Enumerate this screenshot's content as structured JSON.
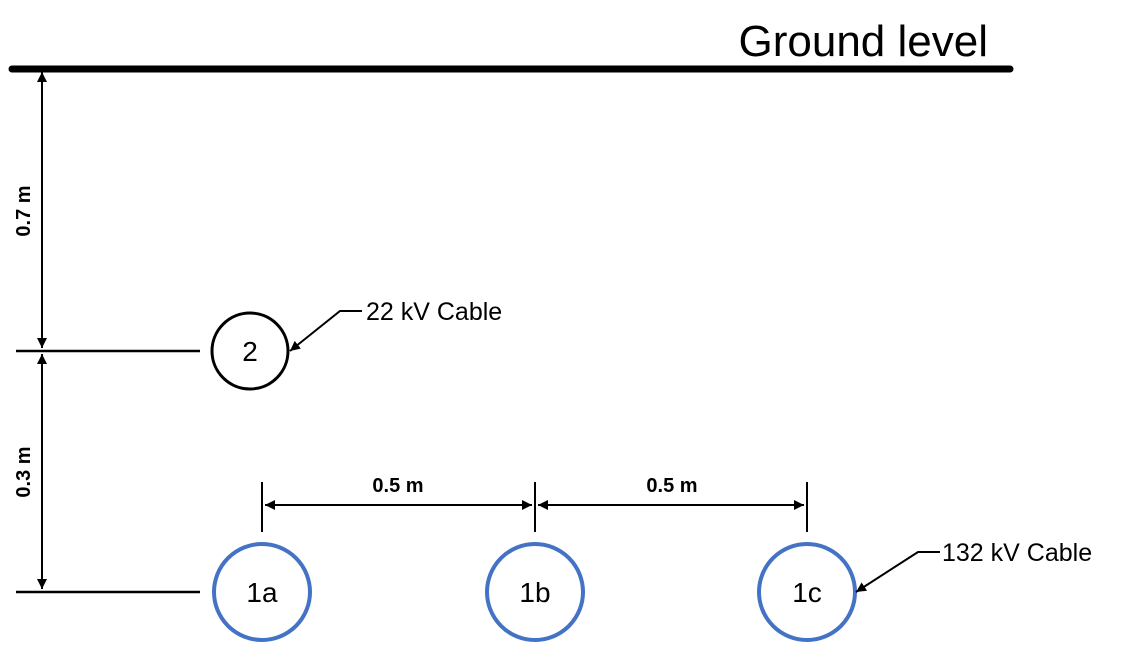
{
  "ground_label": "Ground level",
  "dimensions": {
    "depth_top": "0.7 m",
    "depth_bottom": "0.3 m",
    "spacing_left": "0.5 m",
    "spacing_right": "0.5 m"
  },
  "cables": {
    "c2": {
      "label": "2",
      "callout": "22 kV Cable"
    },
    "c1a": {
      "label": "1a"
    },
    "c1b": {
      "label": "1b"
    },
    "c1c": {
      "label": "1c",
      "callout": "132 kV Cable"
    }
  },
  "colors": {
    "line": "#000000",
    "cable_132kv": "#4472C4",
    "cable_22kv": "#000000"
  }
}
